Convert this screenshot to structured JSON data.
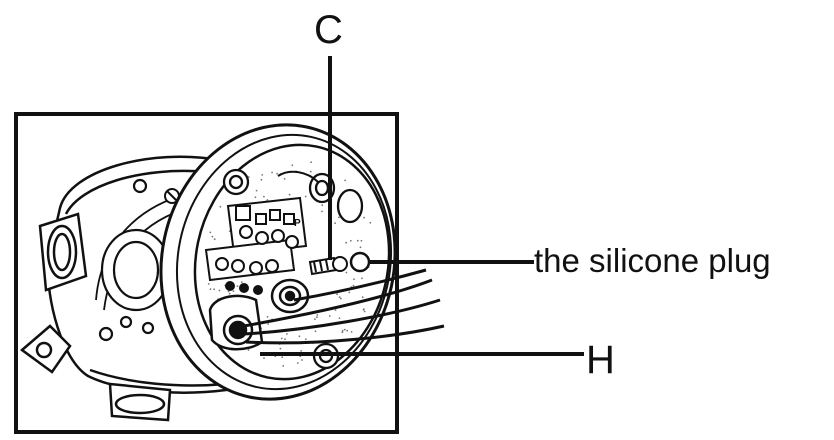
{
  "labels": {
    "c": "C",
    "silicone_plug": "the silicone plug",
    "h": "H"
  },
  "colors": {
    "line": "#111111",
    "background": "#ffffff",
    "dots": "#777777"
  },
  "icons": {
    "brand_stamp_glyph": "P"
  }
}
